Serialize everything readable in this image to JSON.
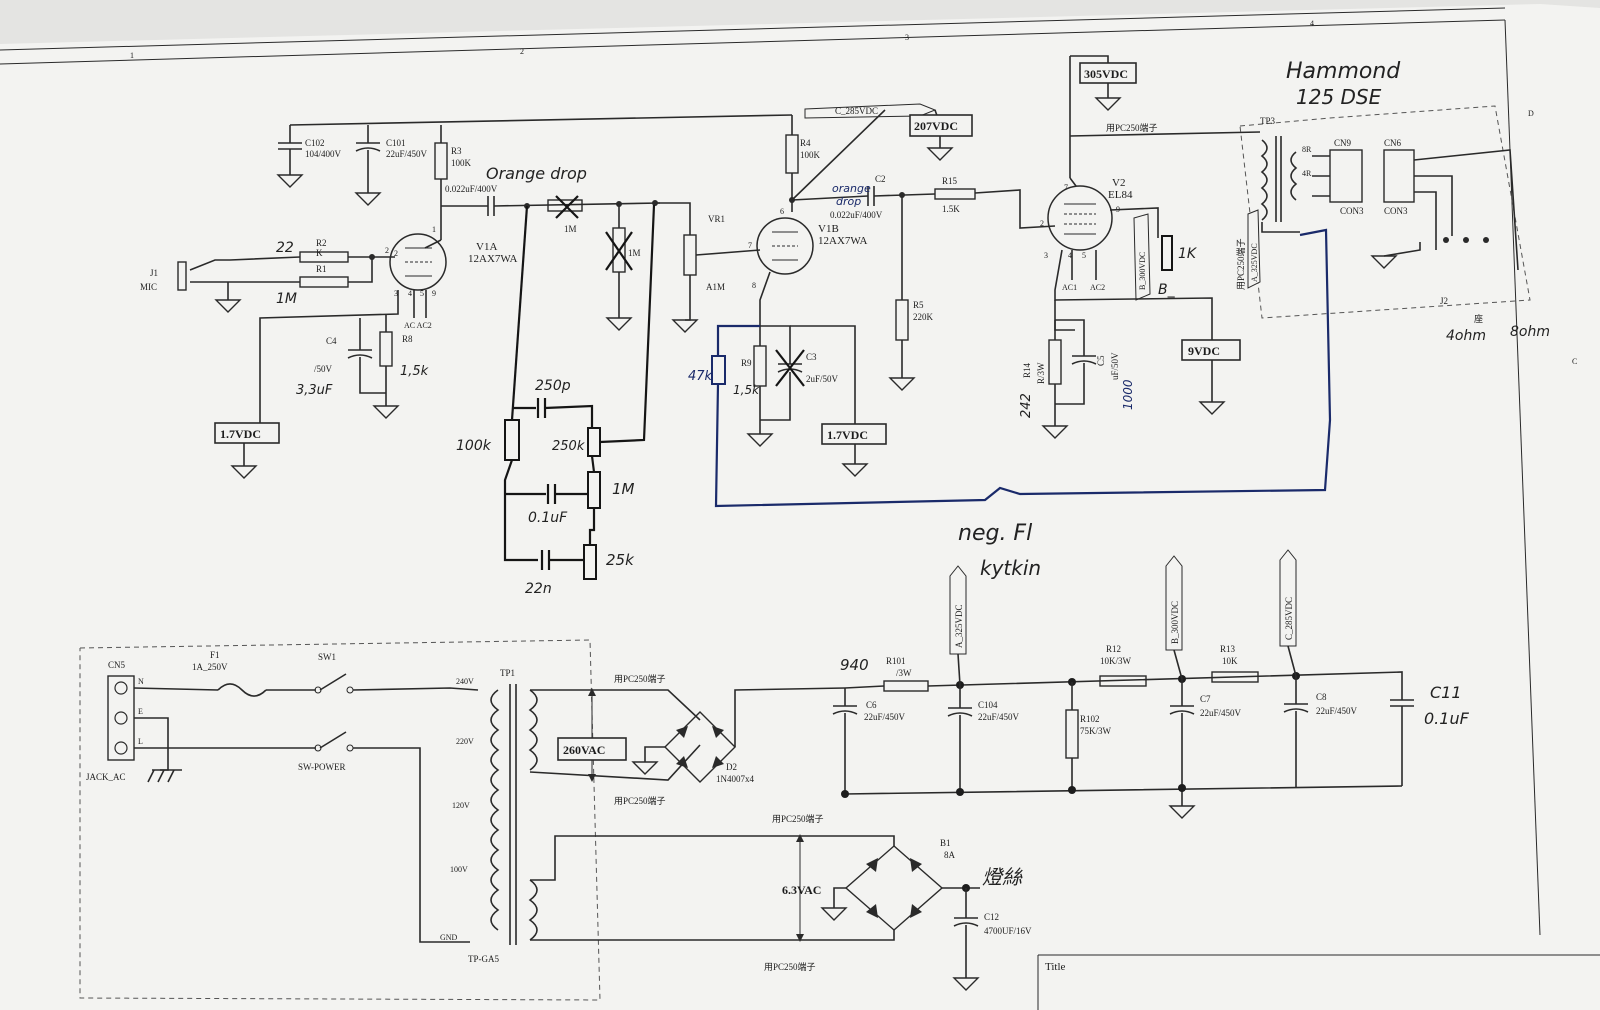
{
  "border": {
    "zones": [
      "1",
      "2",
      "3",
      "4"
    ],
    "rows": [
      "D",
      "C"
    ],
    "title_label": "Title"
  },
  "supplies": {
    "b305": "305VDC",
    "b207": "207VDC",
    "b17a": "1.7VDC",
    "b17b": "1.7VDC",
    "b9": "9VDC",
    "b260": "260VAC",
    "b63": "6.3VAC"
  },
  "flags": {
    "c285_top": "C_285VDC",
    "a325": "A_325VDC",
    "b300": "B_300VDC",
    "c285": "C_285VDC",
    "a325_v": "A_325VDC",
    "b300_v": "B_300VDC"
  },
  "preamp": {
    "c102": "C102",
    "c102_v": "104/400V",
    "c101": "C101",
    "c101_v": "22uF/450V",
    "r3": "R3",
    "r3_v": "100K",
    "c1_v": "0.022uF/400V",
    "r2": "R2",
    "r1": "R1",
    "j1": "J1",
    "mic": "MIC",
    "v1a": "V1A",
    "v1a_t": "12AX7WA",
    "ac": "AC AC2",
    "c4": "C4",
    "c4_v": "/50V",
    "r8": "R8",
    "r4": "R4",
    "r4_v": "100K",
    "vr1": "VR1",
    "a1m": "A1M",
    "v1b": "V1B",
    "v1b_t": "12AX7WA",
    "c2": "C2",
    "c2_v": "0.022uF/400V",
    "r15": "R15",
    "r15_v": "1.5K",
    "r5": "R5",
    "r5_v": "220K",
    "r9": "R9",
    "c3": "C3",
    "c3_v": "2uF/50V",
    "v2": "V2",
    "v2_t": "EL84",
    "ac1": "AC1",
    "ac2": "AC2",
    "r14": "R14",
    "r14_v": "R/3W",
    "c5": "C5",
    "c5_v": "uF/50V",
    "ot_wire": "用PC250端子",
    "tp3": "TP3",
    "cn9": "CN9",
    "cn6": "CN6",
    "con3a": "CON3",
    "con3b": "CON3",
    "t8r": "8R",
    "t4r": "4R",
    "ot_side": "用PC250端子",
    "j2": "J2",
    "j2_seat": "座",
    "r1_pin": "2",
    "pins_v1a": [
      "1",
      "2",
      "3",
      "4",
      "5",
      "9"
    ],
    "pins_v1b": [
      "6",
      "7",
      "8"
    ],
    "pins_v2": [
      "7",
      "2",
      "9",
      "3",
      "4",
      "5"
    ]
  },
  "psu": {
    "cn5": "CN5",
    "n": "N",
    "e": "E",
    "l": "L",
    "jack": "JACK_AC",
    "f1": "F1",
    "f1_v": "1A_250V",
    "sw1": "SW1",
    "sw_power": "SW-POWER",
    "tp1": "TP1",
    "tp_ga5": "TP-GA5",
    "v240": "240V",
    "v220": "220V",
    "v120": "120V",
    "v100": "100V",
    "gnd": "GND",
    "wire_top": "用PC250端子",
    "wire_bot": "用PC250端子",
    "d2": "D2",
    "d2_v": "1N4007x4",
    "r101": "R101",
    "r101_v": "/3W",
    "c6": "C6",
    "c6_v": "22uF/450V",
    "c104": "C104",
    "c104_v": "22uF/450V",
    "r102": "R102",
    "r102_v": "75K/3W",
    "r12": "R12",
    "r12_v": "10K/3W",
    "r13": "R13",
    "r13_v": "10K",
    "c7": "C7",
    "c7_v": "22uF/450V",
    "c8": "C8",
    "c8_v": "22uF/450V",
    "heat_wire_top": "用PC250端子",
    "heat_wire_bot": "用PC250端子",
    "b1": "B1",
    "b1_v": "8A",
    "c12": "C12",
    "c12_v": "4700UF/16V"
  },
  "handwritten": {
    "hammond": "Hammond",
    "hammond_model": "125 DSE",
    "orange_drop_c1": "Orange drop",
    "orange_drop_c2a": "orange",
    "orange_drop_c2b": "drop",
    "r2_val": "22",
    "r2_old": "K",
    "r1_val": "1M",
    "c4_val": "3,3uF",
    "r8_val": "1,5k",
    "v250p": "250p",
    "v100k": "100k",
    "v250k": "250k",
    "v01uf": "0.1uF",
    "v1m_pot": "1M",
    "v22n": "22n",
    "v25k": "25k",
    "v1m_a": "1M",
    "v1m_b": "1M",
    "v47k": "47k",
    "r9_val": "1,5k",
    "neg_fb": "neg. Fl",
    "kytkin": "kytkin",
    "r_1k": "1K",
    "b_minus": "B_",
    "r14_val": "242",
    "c5_val": "1000",
    "ohm4": "4ohm",
    "ohm8": "8ohm",
    "r101_val": "940",
    "c11": "C11",
    "c11_v": "0.1uF",
    "filament": "燈絲"
  }
}
